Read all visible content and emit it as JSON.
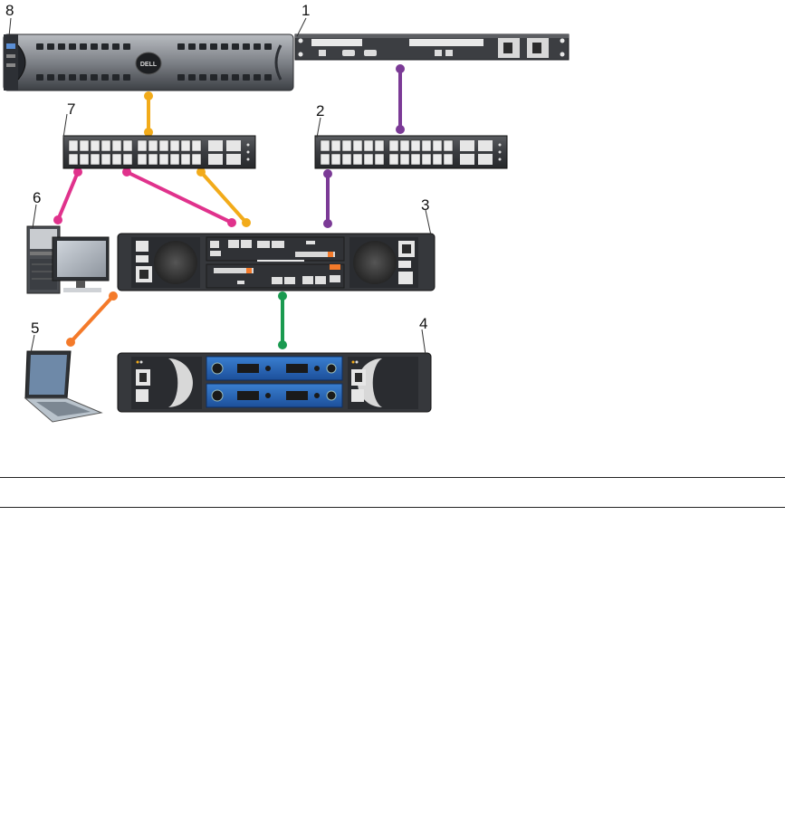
{
  "callouts": {
    "c1": "1",
    "c2": "2",
    "c3": "3",
    "c4": "4",
    "c5": "5",
    "c6": "6",
    "c7": "7",
    "c8": "8"
  },
  "storage_logo": "DELL",
  "cable_colors": {
    "management": "#e0328c",
    "iscsi": "#f2ab1a",
    "interconnect": "#7b3a96",
    "sas": "#1a9a50",
    "serial": "#f47a2a"
  }
}
